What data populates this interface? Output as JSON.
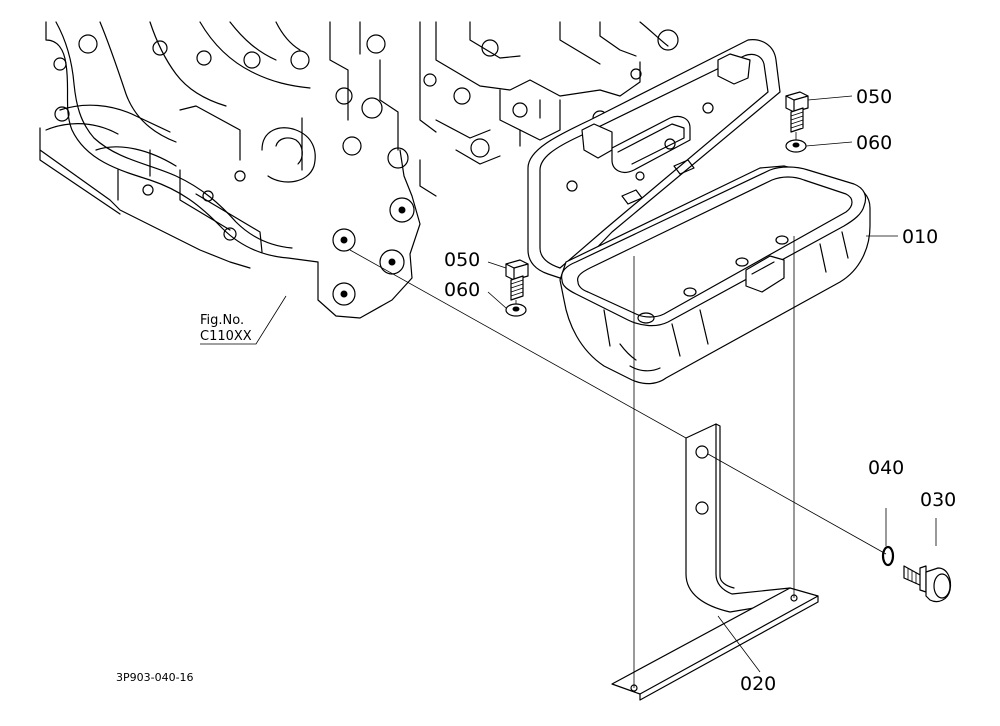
{
  "diagram": {
    "parts": [
      {
        "id": "p010",
        "label": "010",
        "part": "tool-box"
      },
      {
        "id": "p020",
        "label": "020",
        "part": "tool-box-bracket"
      },
      {
        "id": "p030",
        "label": "030",
        "part": "flange-bolt"
      },
      {
        "id": "p040",
        "label": "040",
        "part": "spring-washer"
      },
      {
        "id": "p050a",
        "label": "050",
        "part": "bolt"
      },
      {
        "id": "p060a",
        "label": "060",
        "part": "washer"
      },
      {
        "id": "p050b",
        "label": "050",
        "part": "bolt"
      },
      {
        "id": "p060b",
        "label": "060",
        "part": "washer"
      }
    ],
    "figure_reference": {
      "line1": "Fig.No.",
      "line2": "C110XX"
    },
    "drawing_code": "3P903-040-16"
  },
  "colors": {
    "line": "#000000",
    "background": "#ffffff",
    "shading": "#d9d9d9"
  }
}
